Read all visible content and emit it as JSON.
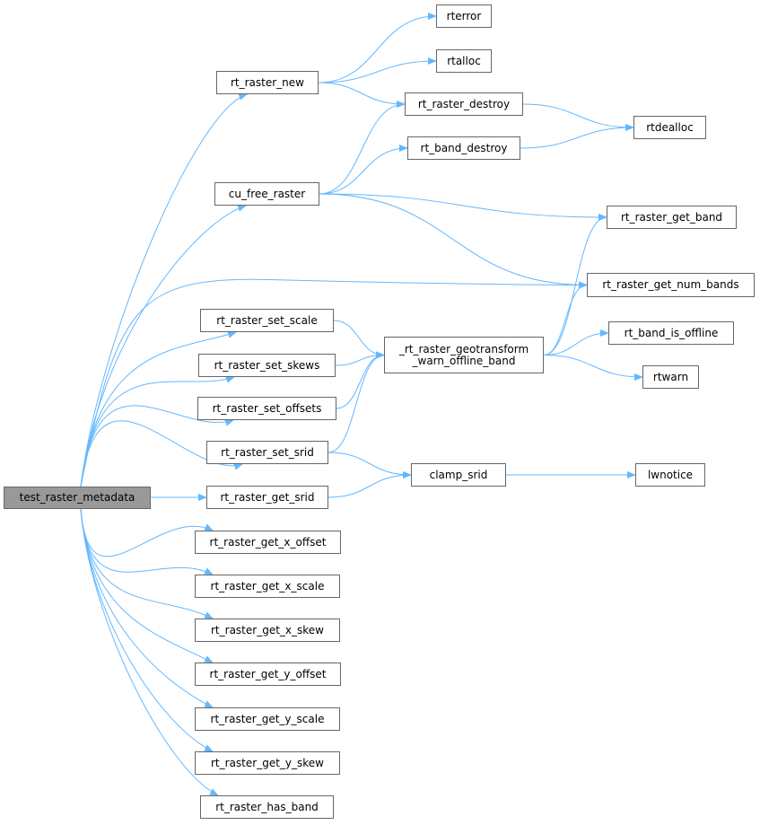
{
  "graph": {
    "root": "test_raster_metadata",
    "edge_color": "#63b8ff",
    "nodes": {
      "main": "test_raster_metadata",
      "rterror": "rterror",
      "rtalloc": "rtalloc",
      "raster_new": "rt_raster_new",
      "raster_destroy": "rt_raster_destroy",
      "rtdealloc": "rtdealloc",
      "band_destroy": "rt_band_destroy",
      "cu_free": "cu_free_raster",
      "get_band": "rt_raster_get_band",
      "get_num_bands": "rt_raster_get_num_bands",
      "set_scale": "rt_raster_set_scale",
      "geo": "_rt_raster_geotransform\n_warn_offline_band",
      "band_is_offline": "rt_band_is_offline",
      "set_skews": "rt_raster_set_skews",
      "rtwarn": "rtwarn",
      "set_offsets": "rt_raster_set_offsets",
      "set_srid": "rt_raster_set_srid",
      "clamp_srid": "clamp_srid",
      "lwnotice": "lwnotice",
      "get_srid": "rt_raster_get_srid",
      "get_x_offset": "rt_raster_get_x_offset",
      "get_x_scale": "rt_raster_get_x_scale",
      "get_x_skew": "rt_raster_get_x_skew",
      "get_y_offset": "rt_raster_get_y_offset",
      "get_y_scale": "rt_raster_get_y_scale",
      "get_y_skew": "rt_raster_get_y_skew",
      "has_band": "rt_raster_has_band"
    },
    "edges": [
      [
        "main",
        "raster_new"
      ],
      [
        "main",
        "cu_free"
      ],
      [
        "main",
        "get_num_bands"
      ],
      [
        "main",
        "set_scale"
      ],
      [
        "main",
        "set_skews"
      ],
      [
        "main",
        "set_offsets"
      ],
      [
        "main",
        "set_srid"
      ],
      [
        "main",
        "get_srid"
      ],
      [
        "main",
        "get_x_offset"
      ],
      [
        "main",
        "get_x_scale"
      ],
      [
        "main",
        "get_x_skew"
      ],
      [
        "main",
        "get_y_offset"
      ],
      [
        "main",
        "get_y_scale"
      ],
      [
        "main",
        "get_y_skew"
      ],
      [
        "main",
        "has_band"
      ],
      [
        "raster_new",
        "rterror"
      ],
      [
        "raster_new",
        "rtalloc"
      ],
      [
        "raster_new",
        "raster_destroy"
      ],
      [
        "raster_destroy",
        "rtdealloc"
      ],
      [
        "band_destroy",
        "rtdealloc"
      ],
      [
        "cu_free",
        "raster_destroy"
      ],
      [
        "cu_free",
        "band_destroy"
      ],
      [
        "cu_free",
        "get_band"
      ],
      [
        "cu_free",
        "get_num_bands"
      ],
      [
        "set_scale",
        "geo"
      ],
      [
        "set_skews",
        "geo"
      ],
      [
        "set_offsets",
        "geo"
      ],
      [
        "set_srid",
        "geo"
      ],
      [
        "geo",
        "get_band"
      ],
      [
        "geo",
        "get_num_bands"
      ],
      [
        "geo",
        "band_is_offline"
      ],
      [
        "geo",
        "rtwarn"
      ],
      [
        "set_srid",
        "clamp_srid"
      ],
      [
        "get_srid",
        "clamp_srid"
      ],
      [
        "clamp_srid",
        "lwnotice"
      ]
    ]
  }
}
